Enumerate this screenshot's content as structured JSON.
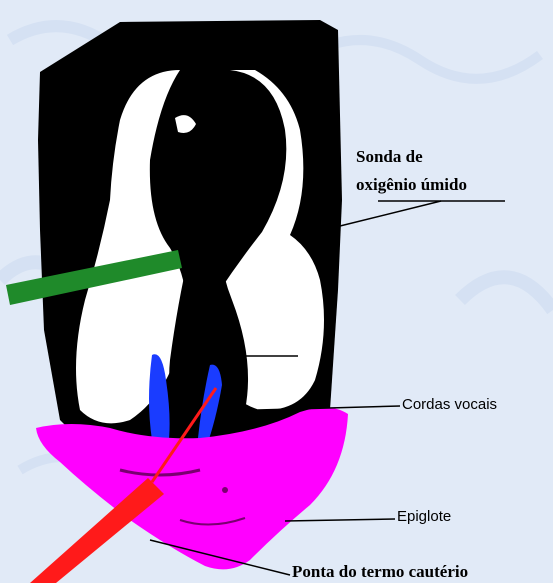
{
  "labels": {
    "sonda_line1": "Sonda de",
    "sonda_line2": "oxigênio úmido",
    "cordas": "Cordas vocais",
    "epiglote": "Epiglote",
    "ponta": "Ponta do termo cautério"
  },
  "colors": {
    "background_pattern": "#dfe8f6",
    "larynx_dark": "#000000",
    "tissue_light": "#ffffff",
    "epiglottis": "#ff00ff",
    "vocal_cords": "#1a3cff",
    "oxygen_tube": "#1f8a2a",
    "cautery_tip": "#ff1a1a"
  }
}
